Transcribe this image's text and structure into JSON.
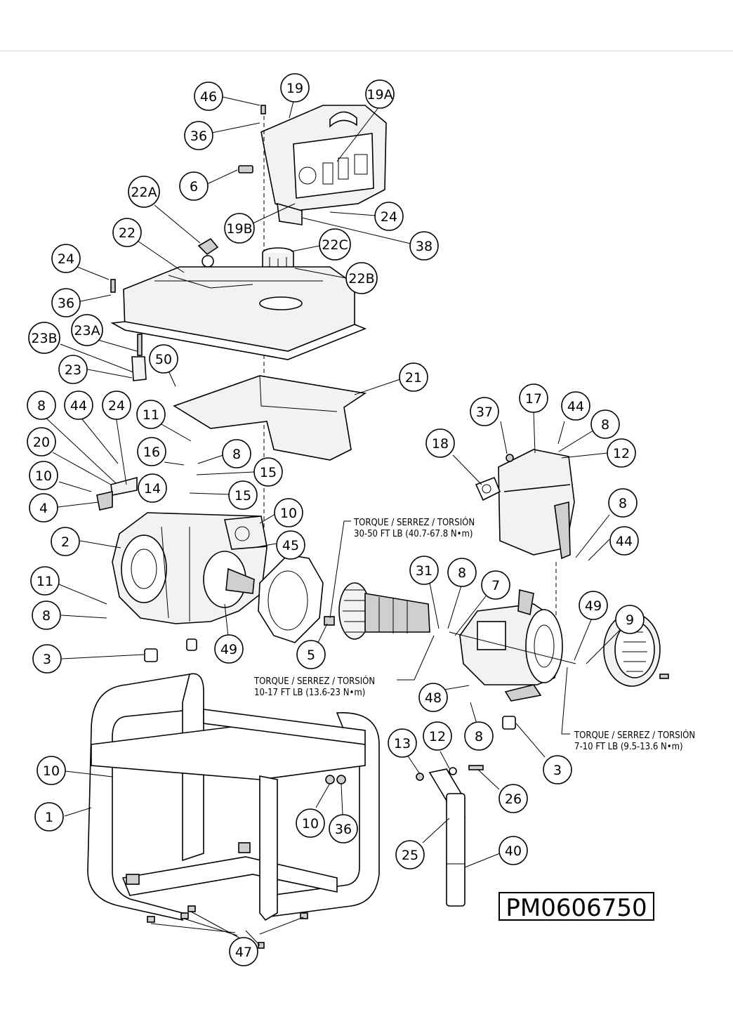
{
  "model_number": "PM0606750",
  "torque_notes": {
    "engine_bolt": {
      "line1": "TORQUE / SERREZ / TORSIÓN",
      "line2": "30-50 FT LB (40.7-67.8 N•m)"
    },
    "rotor_bolt": {
      "line1": "TORQUE / SERREZ / TORSIÓN",
      "line2": "10-17 FT LB (13.6-23 N•m)"
    },
    "stator_bolt": {
      "line1": "TORQUE / SERREZ / TORSIÓN",
      "line2": "7-10 FT LB (9.5-13.6 N•m)"
    }
  },
  "callouts": {
    "c46": "46",
    "c19": "19",
    "c19a": "19A",
    "c36a": "36",
    "c6": "6",
    "c22a": "22A",
    "c19b": "19B",
    "c24a": "24",
    "c38": "38",
    "c22": "22",
    "c22c": "22C",
    "c24b": "24",
    "c22b": "22B",
    "c36b": "36",
    "c23a": "23A",
    "c23b": "23B",
    "c50": "50",
    "c23": "23",
    "c21": "21",
    "c17": "17",
    "c37": "37",
    "c44a": "44",
    "c8a": "8",
    "c44b": "44",
    "c24c": "24",
    "c11a": "11",
    "c18": "18",
    "c8b": "8",
    "c12a": "12",
    "c20": "20",
    "c16": "16",
    "c8c": "8",
    "c15a": "15",
    "c10a": "10",
    "c14": "14",
    "c15b": "15",
    "c4": "4",
    "c10b": "10",
    "c8d": "8",
    "c44c": "44",
    "c2": "2",
    "c45": "45",
    "c31": "31",
    "c8e": "8",
    "c7": "7",
    "c11b": "11",
    "c49a": "49",
    "c9": "9",
    "c8f": "8",
    "c3a": "3",
    "c49b": "49",
    "c5": "5",
    "c48": "48",
    "c8g": "8",
    "c3b": "3",
    "c13": "13",
    "c12b": "12",
    "c10c": "10",
    "c26": "26",
    "c1": "1",
    "c10d": "10",
    "c36c": "36",
    "c25": "25",
    "c40": "40",
    "c47": "47"
  }
}
